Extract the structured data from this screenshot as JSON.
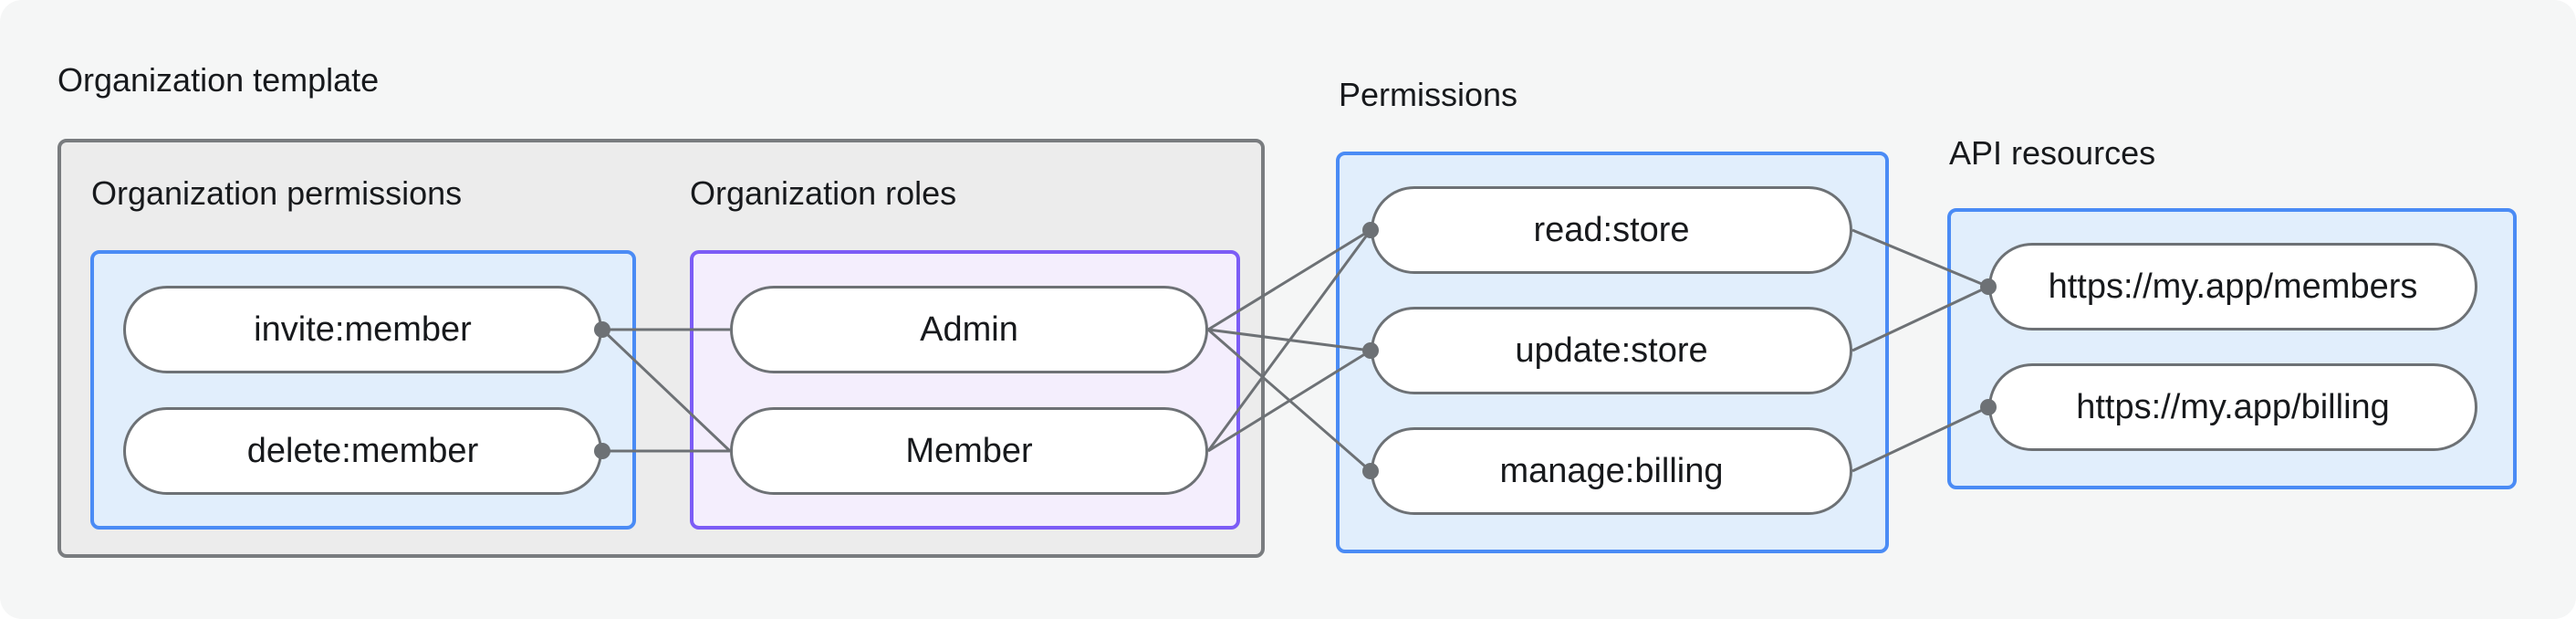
{
  "org_template": {
    "title": "Organization template",
    "permissions": {
      "label": "Organization permissions",
      "items": [
        "invite:member",
        "delete:member"
      ]
    },
    "roles": {
      "label": "Organization roles",
      "items": [
        "Admin",
        "Member"
      ]
    }
  },
  "permissions_group": {
    "label": "Permissions",
    "items": [
      "read:store",
      "update:store",
      "manage:billing"
    ]
  },
  "api_resources": {
    "label": "API resources",
    "items": [
      "https://my.app/members",
      "https://my.app/billing"
    ]
  },
  "edges": [
    {
      "from": "invite:member",
      "to": "Admin"
    },
    {
      "from": "invite:member",
      "to": "Member"
    },
    {
      "from": "delete:member",
      "to": "Member"
    },
    {
      "from": "Admin",
      "to": "read:store"
    },
    {
      "from": "Admin",
      "to": "update:store"
    },
    {
      "from": "Admin",
      "to": "manage:billing"
    },
    {
      "from": "Member",
      "to": "read:store"
    },
    {
      "from": "Member",
      "to": "update:store"
    },
    {
      "from": "read:store",
      "to": "https://my.app/members"
    },
    {
      "from": "update:store",
      "to": "https://my.app/members"
    },
    {
      "from": "manage:billing",
      "to": "https://my.app/billing"
    }
  ],
  "connector_dots": [
    "invite:member",
    "delete:member",
    "read:store",
    "update:store",
    "manage:billing",
    "https://my.app/members",
    "https://my.app/billing"
  ],
  "colors": {
    "background": "#f5f6f6",
    "container_fill": "#ececec",
    "container_border": "#797c7f",
    "blue_fill": "#e1eefc",
    "blue_border": "#4a8bf5",
    "purple_fill": "#f4eefd",
    "purple_border": "#7c5cf6",
    "pill_fill": "#ffffff",
    "pill_border": "#6d7175",
    "edge": "#6d7175",
    "text": "#17191c"
  }
}
